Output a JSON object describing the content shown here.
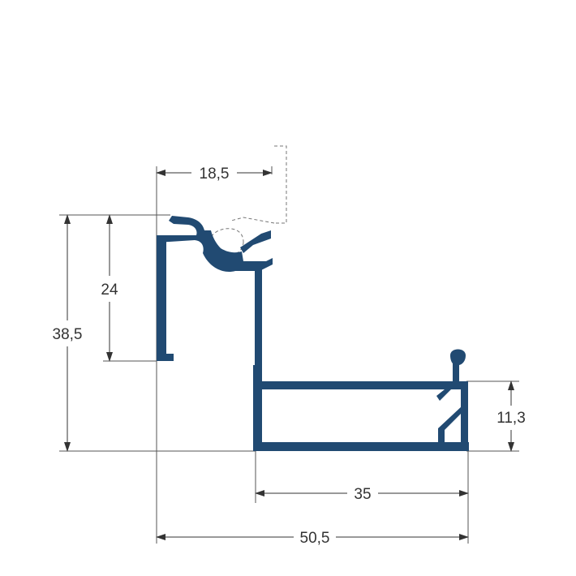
{
  "drawing": {
    "profile_color": "#214a72",
    "dimensions": {
      "top_width": "18,5",
      "left_height_inner": "24",
      "left_height_total": "38,5",
      "right_height": "11,3",
      "bottom_inner_width": "35",
      "bottom_total_width": "50,5"
    }
  }
}
